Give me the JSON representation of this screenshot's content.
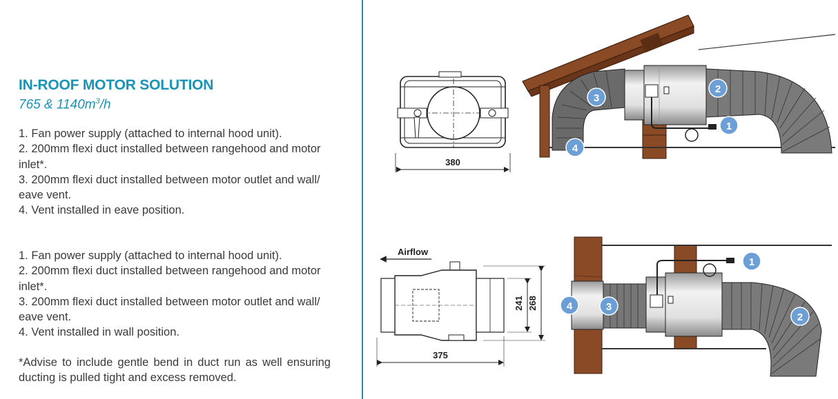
{
  "heading": {
    "title": "IN-ROOF MOTOR SOLUTION",
    "subtitle_main": "765 & 1140m",
    "subtitle_sup": "3",
    "subtitle_tail": "/h"
  },
  "eave_list": [
    "1. Fan power supply (attached to internal hood unit).",
    "2. 200mm flexi duct installed between rangehood and motor inlet*.",
    "3. 200mm flexi duct installed between motor outlet and wall/ eave vent.",
    "4. Vent installed in eave position."
  ],
  "wall_list": [
    "1. Fan power supply (attached to internal hood unit).",
    "2. 200mm flexi duct installed between rangehood and motor inlet*.",
    "3. 200mm flexi duct installed between motor outlet and wall/ eave vent.",
    "4. Vent installed in wall position."
  ],
  "note": "*Advise to include gentle bend in duct run as well ensuring ducting is pulled tight and excess removed.",
  "dimensions": {
    "front_width": "380",
    "side_length": "375",
    "side_height_inner": "241",
    "side_height_outer": "268",
    "airflow": "Airflow"
  },
  "badges": {
    "b1": "1",
    "b2": "2",
    "b3": "3",
    "b4": "4"
  },
  "colors": {
    "accent": "#1b93b5",
    "divider": "#2a8fa6",
    "wood": "#8b4a26",
    "badge": "#6b9fd6",
    "duct_dark": "#555555",
    "duct_light": "#d8d8d8"
  }
}
